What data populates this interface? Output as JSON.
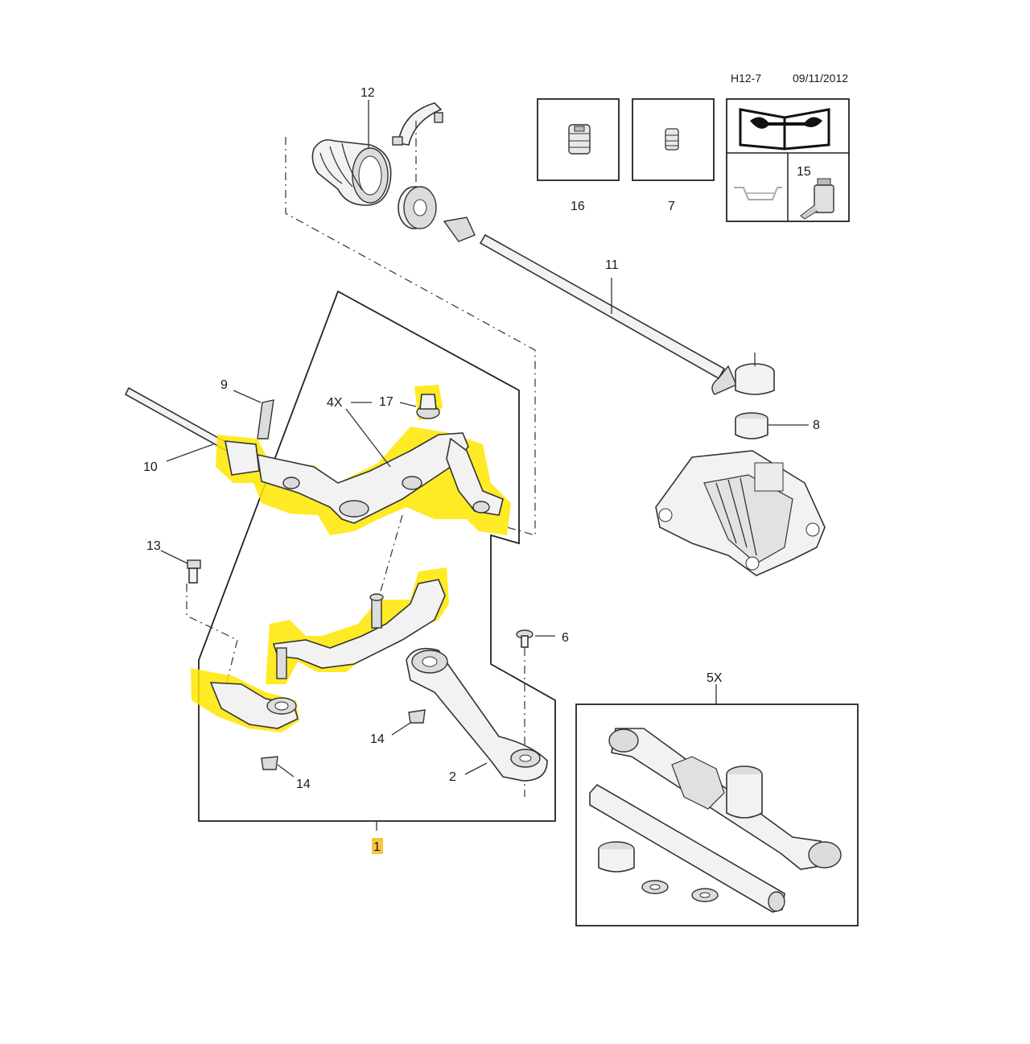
{
  "header": {
    "code": "H12-7",
    "date": "09/11/2012"
  },
  "callouts": {
    "c1": "1",
    "c2": "2",
    "c4x": "4X",
    "c5x": "5X",
    "c6": "6",
    "c7": "7",
    "c8": "8",
    "c9": "9",
    "c10": "10",
    "c11": "11",
    "c12": "12",
    "c13": "13",
    "c14a": "14",
    "c14b": "14",
    "c15": "15",
    "c16": "16",
    "c17": "17"
  },
  "highlight_color": "#ffe600",
  "icons": [
    "manual-book-wrench-icon",
    "lubricant-tray-icon",
    "grease-tube-icon"
  ]
}
